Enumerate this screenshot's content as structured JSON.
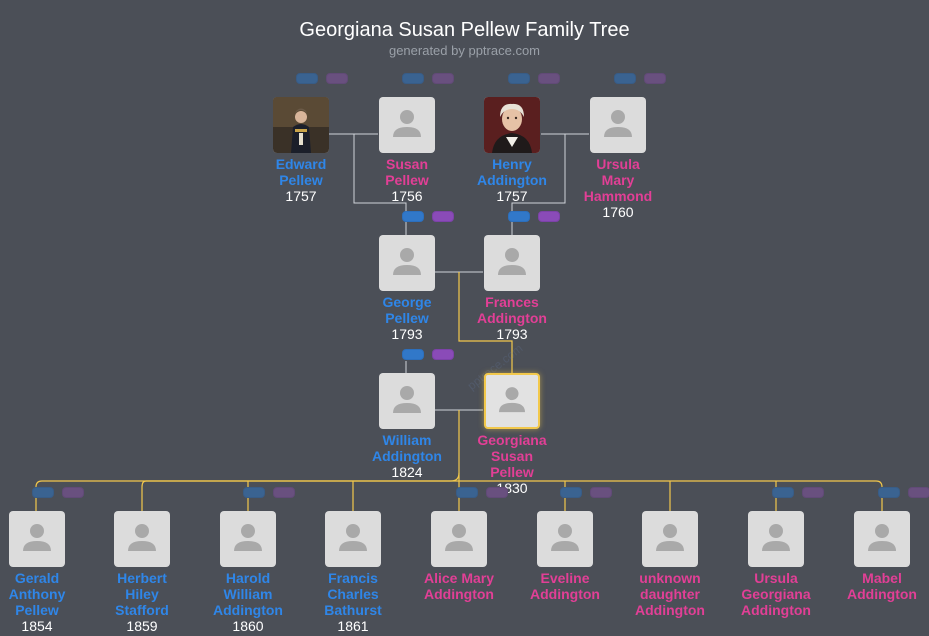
{
  "header": {
    "title": "Georgiana Susan Pellew Family Tree",
    "subtitle": "generated by pptrace.com"
  },
  "colors": {
    "background": "#4b4f57",
    "male": "#2f86e8",
    "female": "#e23f96",
    "highlight_line": "#f2c84b",
    "grey_line": "#cfd3d8"
  },
  "people": [
    {
      "id": "edward",
      "name_lines": [
        "Edward",
        "Pellew"
      ],
      "year": "1757",
      "gender": "male",
      "photo": "portrait-naval"
    },
    {
      "id": "susan",
      "name_lines": [
        "Susan",
        "Pellew"
      ],
      "year": "1756",
      "gender": "female",
      "photo": "placeholder"
    },
    {
      "id": "henry",
      "name_lines": [
        "Henry",
        "Addington"
      ],
      "year": "1757",
      "gender": "male",
      "photo": "portrait-gentleman"
    },
    {
      "id": "ursula_h",
      "name_lines": [
        "Ursula",
        "Mary",
        "Hammond"
      ],
      "year": "1760",
      "gender": "female",
      "photo": "placeholder"
    },
    {
      "id": "george",
      "name_lines": [
        "George",
        "Pellew"
      ],
      "year": "1793",
      "gender": "male",
      "photo": "placeholder"
    },
    {
      "id": "frances",
      "name_lines": [
        "Frances",
        "Addington"
      ],
      "year": "1793",
      "gender": "female",
      "photo": "placeholder"
    },
    {
      "id": "william",
      "name_lines": [
        "William",
        "Addington"
      ],
      "year": "1824",
      "gender": "male",
      "photo": "placeholder"
    },
    {
      "id": "georgiana",
      "name_lines": [
        "Georgiana",
        "Susan",
        "Pellew"
      ],
      "year": "1830",
      "gender": "female",
      "photo": "placeholder",
      "selected": true
    },
    {
      "id": "gerald",
      "name_lines": [
        "Gerald",
        "Anthony",
        "Pellew"
      ],
      "year": "1854",
      "gender": "male",
      "photo": "placeholder"
    },
    {
      "id": "herbert",
      "name_lines": [
        "Herbert",
        "Hiley",
        "Stafford"
      ],
      "year": "1859",
      "gender": "male",
      "photo": "placeholder"
    },
    {
      "id": "harold",
      "name_lines": [
        "Harold",
        "William",
        "Addington"
      ],
      "year": "1860",
      "gender": "male",
      "photo": "placeholder"
    },
    {
      "id": "francis",
      "name_lines": [
        "Francis",
        "Charles",
        "Bathurst"
      ],
      "year": "1861",
      "gender": "male",
      "photo": "placeholder"
    },
    {
      "id": "alice",
      "name_lines": [
        "Alice Mary",
        "Addington"
      ],
      "year": "",
      "gender": "female",
      "photo": "placeholder"
    },
    {
      "id": "eveline",
      "name_lines": [
        "Eveline",
        "Addington"
      ],
      "year": "",
      "gender": "female",
      "photo": "placeholder"
    },
    {
      "id": "unknown",
      "name_lines": [
        "unknown",
        "daughter",
        "Addington"
      ],
      "year": "",
      "gender": "female",
      "photo": "placeholder"
    },
    {
      "id": "ursula_g",
      "name_lines": [
        "Ursula",
        "Georgiana",
        "Addington"
      ],
      "year": "",
      "gender": "female",
      "photo": "placeholder"
    },
    {
      "id": "mabel",
      "name_lines": [
        "Mabel",
        "Addington"
      ],
      "year": "",
      "gender": "female",
      "photo": "placeholder"
    }
  ],
  "watermark": "pptrace.com"
}
